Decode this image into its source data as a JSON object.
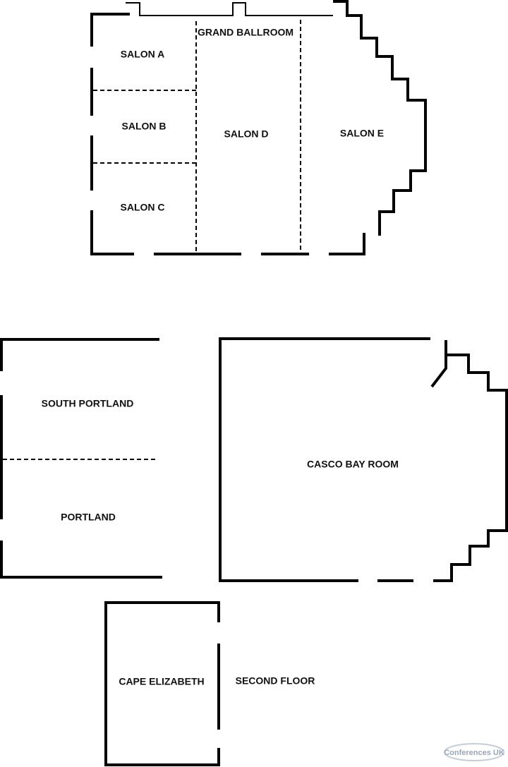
{
  "rooms": {
    "grand_ballroom": "GRAND BALLROOM",
    "salon_a": "SALON A",
    "salon_b": "SALON B",
    "salon_c": "SALON C",
    "salon_d": "SALON D",
    "salon_e": "SALON E",
    "south_portland": "SOUTH PORTLAND",
    "portland": "PORTLAND",
    "casco_bay": "CASCO BAY ROOM",
    "cape_elizabeth": "CAPE ELIZABETH"
  },
  "floor_label": "SECOND FLOOR",
  "watermark": "Conferences UK",
  "colors": {
    "wall": "#000000",
    "text": "#111111",
    "logo": "#9aa7b5"
  }
}
